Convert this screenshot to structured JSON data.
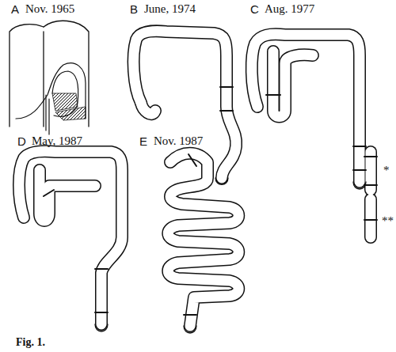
{
  "diagram": {
    "caption": "Fig. 1.",
    "labels": [
      "A",
      "Nov. 1965",
      "B",
      "June, 1974",
      "C",
      "Aug. 1977",
      "D",
      "May, 1987",
      "E",
      "Nov. 1987",
      "*",
      "**"
    ]
  }
}
